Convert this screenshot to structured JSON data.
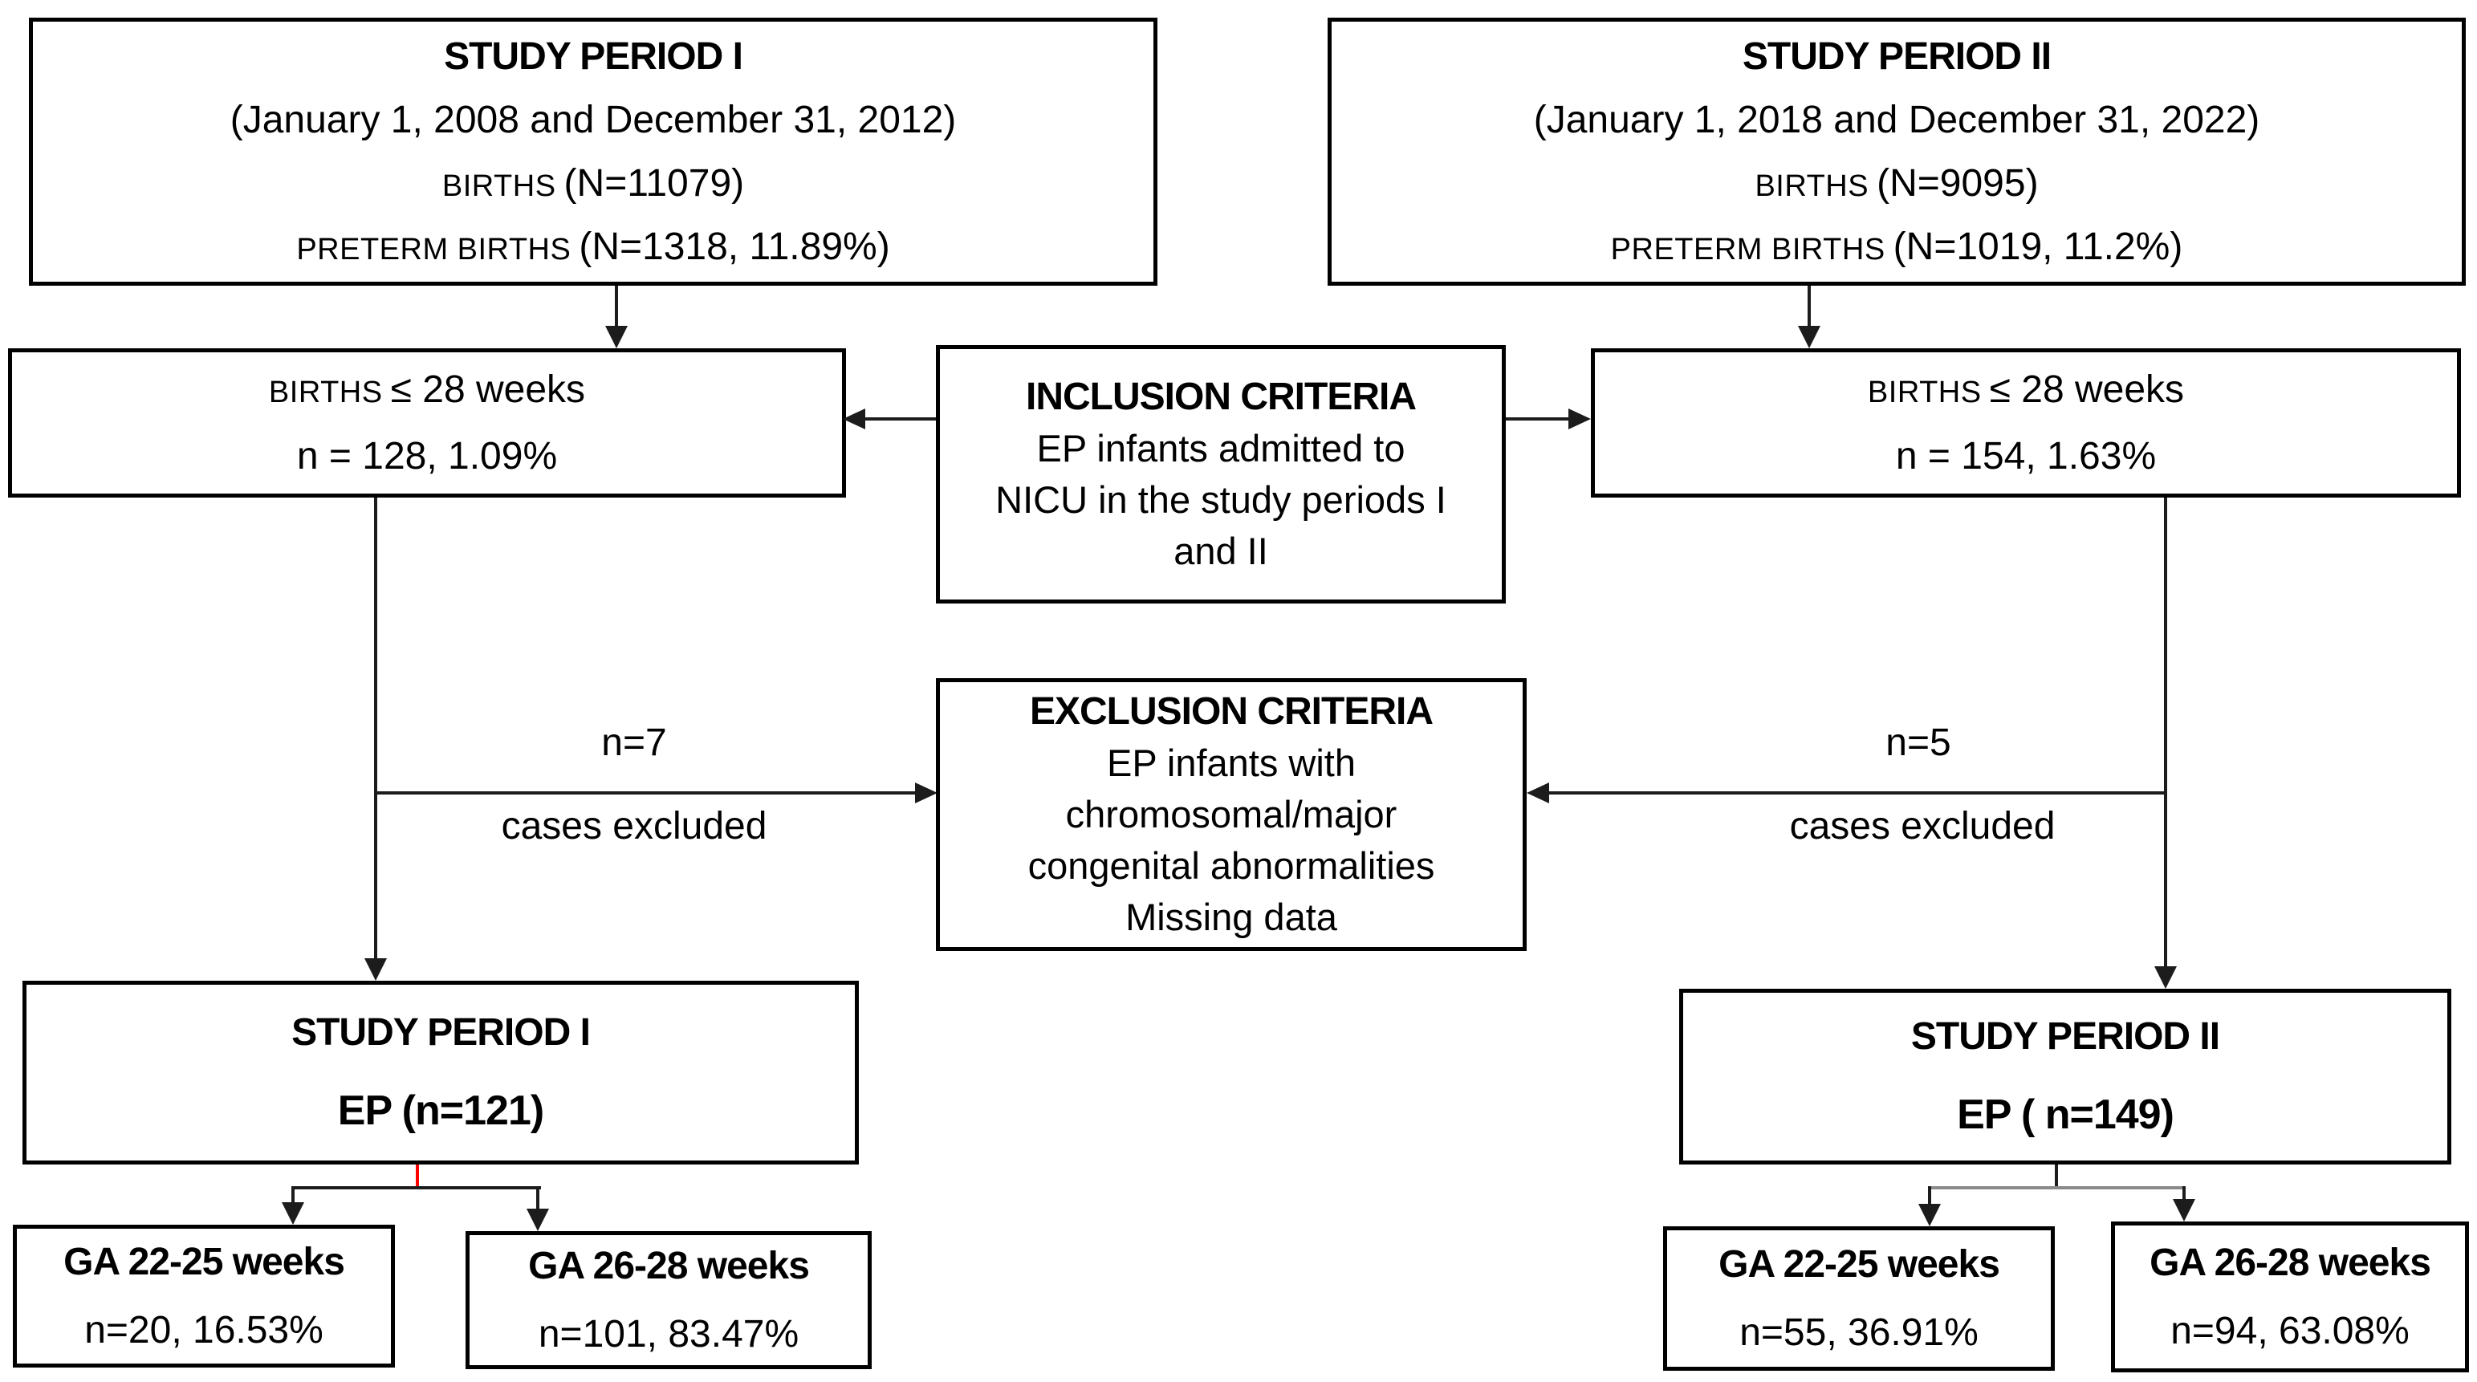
{
  "colors": {
    "background": "#ffffff",
    "border": "#000000",
    "line": "#1c1c1c",
    "red_connector": "#fe0000",
    "gray_line": "#8a8a8a"
  },
  "period1": {
    "top": {
      "title": "STUDY PERIOD I",
      "dates": "(January 1, 2008 and December 31, 2012)",
      "births_label": "BIRTHS",
      "births_value": "(N=11079)",
      "preterm_label": "PRETERM BIRTHS",
      "preterm_value": "(N=1318, 11.89%)"
    },
    "births28": {
      "label": "BIRTHS",
      "label_rest": "≤ 28 weeks",
      "value": "n = 128, 1.09%"
    },
    "excluded": {
      "n": "n=7",
      "caption": "cases excluded"
    },
    "ep": {
      "title": "STUDY PERIOD I",
      "value": "EP (n=121)"
    },
    "ga2225": {
      "title": "GA 22-25 weeks",
      "value": "n=20, 16.53%"
    },
    "ga2628": {
      "title": "GA 26-28 weeks",
      "value": "n=101, 83.47%"
    }
  },
  "period2": {
    "top": {
      "title": "STUDY PERIOD II",
      "dates": "(January 1, 2018 and December 31, 2022)",
      "births_label": "BIRTHS",
      "births_value": "(N=9095)",
      "preterm_label": "PRETERM BIRTHS",
      "preterm_value": "(N=1019, 11.2%)"
    },
    "births28": {
      "label": "BIRTHS",
      "label_rest": "≤ 28 weeks",
      "value": "n = 154, 1.63%"
    },
    "excluded": {
      "n": "n=5",
      "caption": "cases excluded"
    },
    "ep": {
      "title": "STUDY PERIOD II",
      "value": "EP ( n=149)"
    },
    "ga2225": {
      "title": "GA 22-25 weeks",
      "value": "n=55, 36.91%"
    },
    "ga2628": {
      "title": "GA 26-28 weeks",
      "value": "n=94, 63.08%"
    }
  },
  "inclusion": {
    "title": "INCLUSION CRITERIA",
    "lines": [
      "EP infants admitted to",
      "NICU in the study periods I",
      "and II"
    ]
  },
  "exclusion": {
    "title": "EXCLUSION CRITERIA",
    "lines": [
      "EP infants with",
      "chromosomal/major",
      "congenital abnormalities",
      "Missing data"
    ]
  }
}
